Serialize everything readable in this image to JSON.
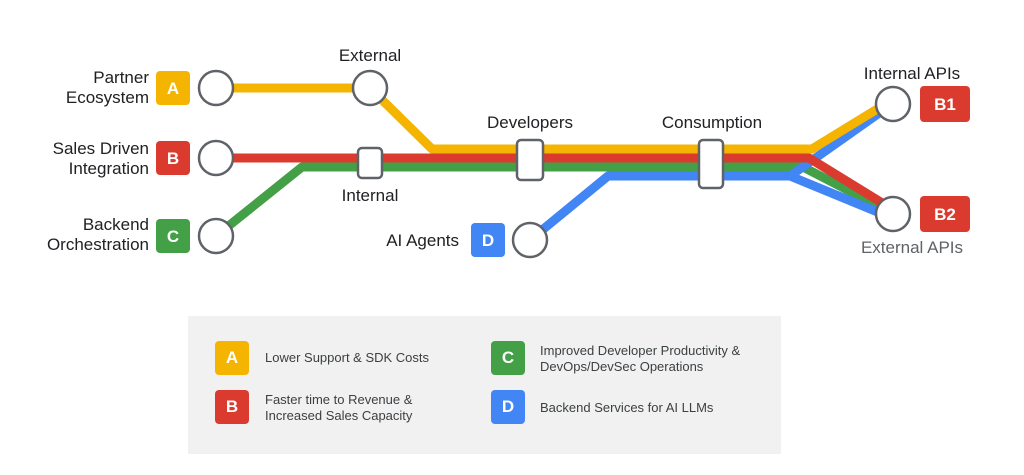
{
  "colors": {
    "A": "#f4b400",
    "B": "#db3b2e",
    "C": "#43a047",
    "D": "#4285f4"
  },
  "lines": {
    "A": {
      "badge": "A",
      "label": "Partner\nEcosystem"
    },
    "B": {
      "badge": "B",
      "label": "Sales Driven\nIntegration"
    },
    "C": {
      "badge": "C",
      "label": "Backend\nOrchestration"
    },
    "D": {
      "badge": "D",
      "label": "AI Agents"
    }
  },
  "stations": {
    "external": "External",
    "internal": "Internal",
    "developers": "Developers",
    "consumption": "Consumption"
  },
  "destinations": {
    "b1": {
      "badge": "B1",
      "label": "Internal APIs"
    },
    "b2": {
      "badge": "B2",
      "label": "External APIs"
    }
  },
  "legend": [
    {
      "badge": "A",
      "color": "#f4b400",
      "text": "Lower Support & SDK Costs"
    },
    {
      "badge": "B",
      "color": "#db3b2e",
      "text": "Faster time to Revenue &\nIncreased Sales Capacity"
    },
    {
      "badge": "C",
      "color": "#43a047",
      "text": "Improved Developer Productivity &\nDevOps/DevSec Operations"
    },
    {
      "badge": "D",
      "color": "#4285f4",
      "text": "Backend Services for AI LLMs"
    }
  ]
}
